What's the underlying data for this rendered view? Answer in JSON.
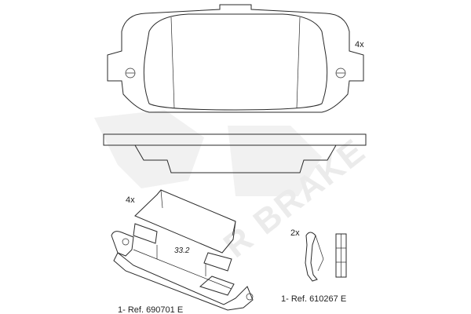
{
  "labels": {
    "pad_qty": "4x",
    "clip_qty": "4x",
    "pin_qty": "2x",
    "dimension": "33.2",
    "ref_clip": "1- Ref. 690701 E",
    "ref_pin": "1- Ref. 610267 E"
  },
  "watermark": {
    "text": "R BRAKE"
  },
  "colors": {
    "line": "#2a2a2a",
    "hatch": "#9a9a9a",
    "pad_fill": "#f4f4f4",
    "watermark": "#d8d8d8"
  }
}
